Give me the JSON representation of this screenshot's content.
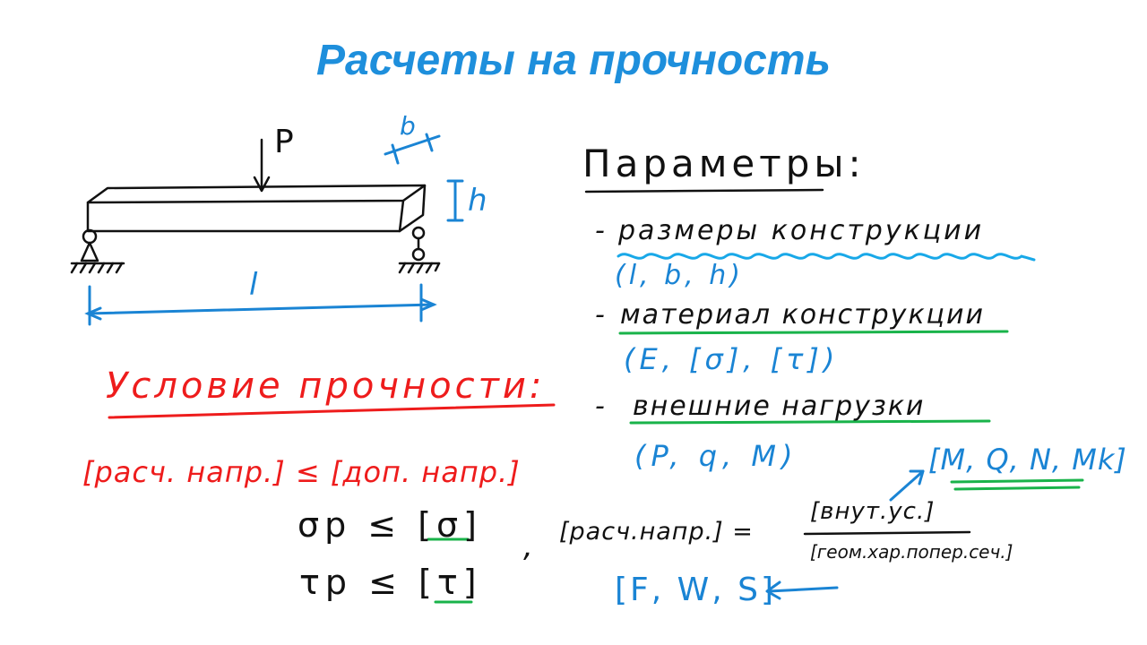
{
  "slide": {
    "title": "Расчеты на прочность",
    "parameters": {
      "heading": "Параметры:",
      "items": [
        {
          "dash": "-",
          "label": "размеры конструкции",
          "values": "(l, b, h)"
        },
        {
          "dash": "-",
          "label": "материал конструкции",
          "values": "(E, [σ], [τ])"
        },
        {
          "dash": "-",
          "label": "внешние нагрузки",
          "values": "(P, q, M)"
        }
      ],
      "internal_forces": "[M, Q, N, Mk]"
    },
    "beam": {
      "load_label": "P",
      "width_label": "b",
      "height_label": "h",
      "length_label": "l"
    },
    "strength": {
      "heading": "Условие прочности:",
      "main_inequality": "[расч. напр.] ≤ [доп. напр.]",
      "sigma_condition": "σp ≤ [σ]",
      "tau_condition": "τp ≤ [τ]",
      "separator": ",",
      "fraction_lhs": "[расч.напр.] =",
      "fraction_numerator": "[внут.ус.]",
      "fraction_denominator": "[геом.хар.попер.сеч.]",
      "geometric_values": "[F, W, S]"
    },
    "colors": {
      "title": "#1e8fdc",
      "ink": "#111111",
      "blue": "#1a84d4",
      "red": "#ee1c1c",
      "green": "#19b34a",
      "cyan": "#18a8e8"
    }
  }
}
